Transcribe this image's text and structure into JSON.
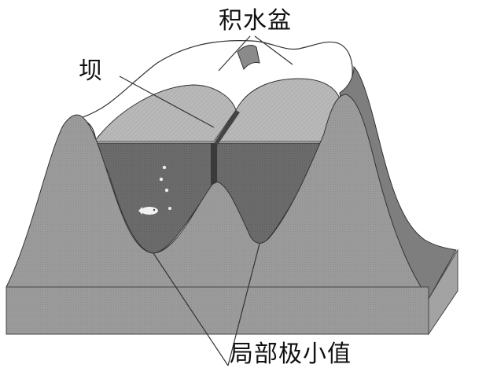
{
  "diagram": {
    "title": "Watershed catchment basins illustration",
    "labels": {
      "catchment_basin": "积水盆",
      "dam": "坝",
      "local_minima": "局部极小值"
    },
    "colors": {
      "background": "#ffffff",
      "terrain_front": "#9a9a9a",
      "terrain_side": "#7d7d7d",
      "terrain_back": "#b8b8b8",
      "water": "#6a6a6a",
      "dam": "#3a3a3a",
      "outline": "#333333",
      "label_text": "#111111"
    },
    "elements": [
      {
        "name": "left-peak",
        "type": "terrain"
      },
      {
        "name": "right-peak",
        "type": "terrain"
      },
      {
        "name": "left-catchment-basin",
        "type": "water"
      },
      {
        "name": "right-catchment-basin",
        "type": "water"
      },
      {
        "name": "dam-wall",
        "type": "dam"
      },
      {
        "name": "base-block",
        "type": "terrain-base"
      },
      {
        "name": "fish",
        "type": "decoration"
      }
    ]
  }
}
